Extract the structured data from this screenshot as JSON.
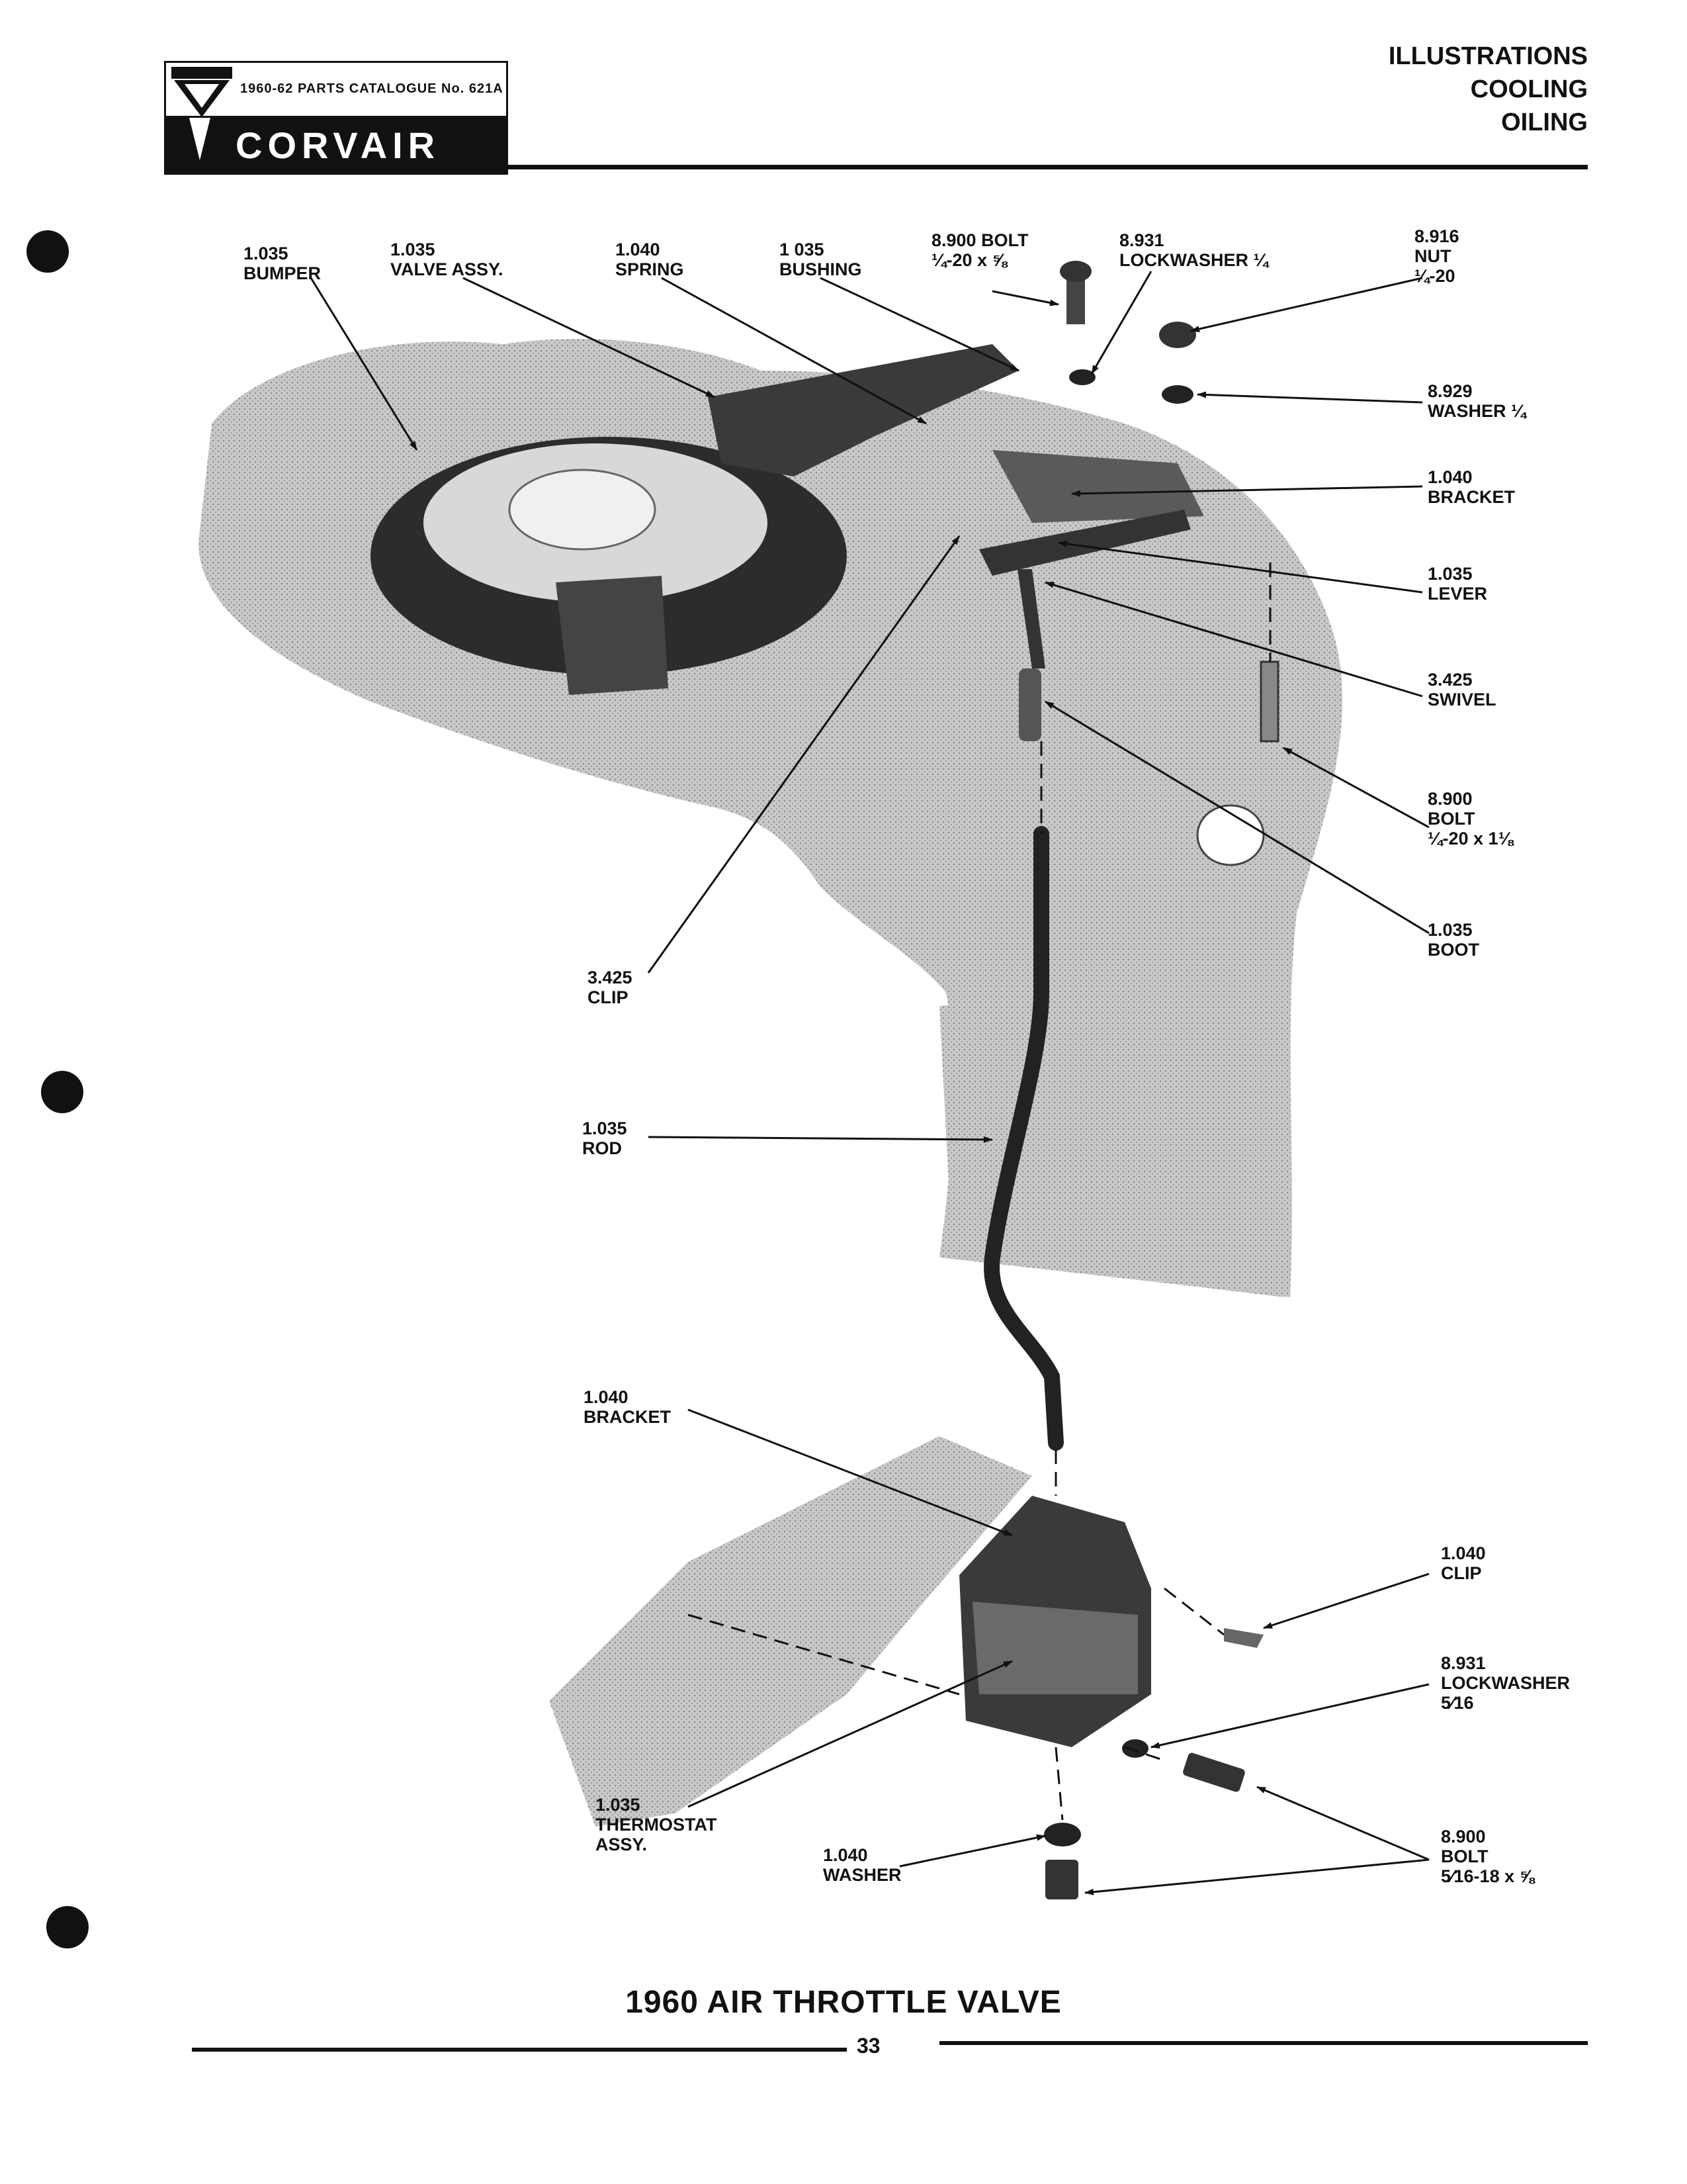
{
  "header": {
    "catalog_text": "1960-62 PARTS CATALOGUE No. 621A",
    "brand": "CORVAIR",
    "sections": [
      "ILLUSTRATIONS",
      "COOLING",
      "OILING"
    ]
  },
  "labels": {
    "bumper": [
      "1.035",
      "BUMPER"
    ],
    "valve_assy": [
      "1.035",
      "VALVE ASSY."
    ],
    "spring": [
      "1.040",
      "SPRING"
    ],
    "bushing": [
      "1 035",
      "BUSHING"
    ],
    "bolt_top": [
      "8.900 BOLT",
      "¼-20 x ⅝"
    ],
    "lockwasher_top": [
      "8.931",
      "LOCKWASHER ¼"
    ],
    "nut": [
      "8.916",
      "NUT",
      "¼-20"
    ],
    "washer_top": [
      "8.929",
      "WASHER ¼"
    ],
    "bracket_top": [
      "1.040",
      "BRACKET"
    ],
    "lever": [
      "1.035",
      "LEVER"
    ],
    "swivel": [
      "3.425",
      "SWIVEL"
    ],
    "bolt_mid": [
      "8.900",
      "BOLT",
      "¼-20 x 1⅛"
    ],
    "boot": [
      "1.035",
      "BOOT"
    ],
    "clip_mid": [
      "3.425",
      "CLIP"
    ],
    "rod": [
      "1.035",
      "ROD"
    ],
    "bracket_low": [
      "1.040",
      "BRACKET"
    ],
    "clip_low": [
      "1.040",
      "CLIP"
    ],
    "lockwasher_low": [
      "8.931",
      "LOCKWASHER",
      "5⁄16"
    ],
    "thermostat": [
      "1.035",
      "THERMOSTAT",
      "ASSY."
    ],
    "washer_low": [
      "1.040",
      "WASHER"
    ],
    "bolt_low": [
      "8.900",
      "BOLT",
      "5⁄16-18 x ⅝"
    ]
  },
  "footer": {
    "title": "1960 AIR THROTTLE VALVE",
    "page_number": "33"
  }
}
